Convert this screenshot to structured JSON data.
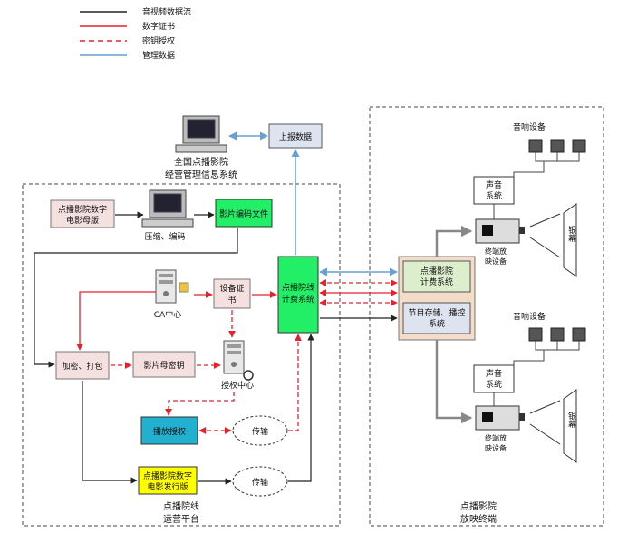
{
  "legend": {
    "av_stream": "音视频数据流",
    "digital_cert": "数字证书",
    "key_license": "密钥授权",
    "mgmt_data": "管理数据"
  },
  "colors": {
    "av_stream": "#222222",
    "digital_cert": "#e8202a",
    "key_license": "#e8202a",
    "mgmt_data": "#6a9fd4",
    "green_box": "#22ee66",
    "yellow_box": "#ffff00",
    "cyan_box": "#22b0d0",
    "pink_box": "#f5e0e0",
    "billing_box": "#ddeecc",
    "terminal_panel": "#f3dcc8"
  },
  "nodes": {
    "national_system": [
      "全国点播影院",
      "经营管理信息系统"
    ],
    "report_data": "上报数据",
    "master_copy": [
      "点播影院数字",
      "电影母版"
    ],
    "compress_label": "压缩、编码",
    "encoded_file": "影片编码文件",
    "ca_center": "CA中心",
    "device_cert": [
      "设备证",
      "书"
    ],
    "billing_center": [
      "点播院线",
      "计费系统"
    ],
    "encrypt_pack": "加密、打包",
    "film_key": "影片母密钥",
    "license_center": "授权中心",
    "play_license": "播放授权",
    "transport": "传输",
    "release_copy": [
      "点播影院数字",
      "电影发行版"
    ],
    "terminal_billing": [
      "点播影院",
      "计费系统"
    ],
    "program_storage": [
      "节目存储、播控",
      "系统"
    ],
    "audio_device": "音响设备",
    "sound_system": [
      "声音",
      "系统"
    ],
    "projector": [
      "终端放",
      "映设备"
    ],
    "screen": "银幕"
  },
  "regions": {
    "platform": [
      "点播院线",
      "运营平台"
    ],
    "terminal": [
      "点播影院",
      "放映终端"
    ]
  }
}
